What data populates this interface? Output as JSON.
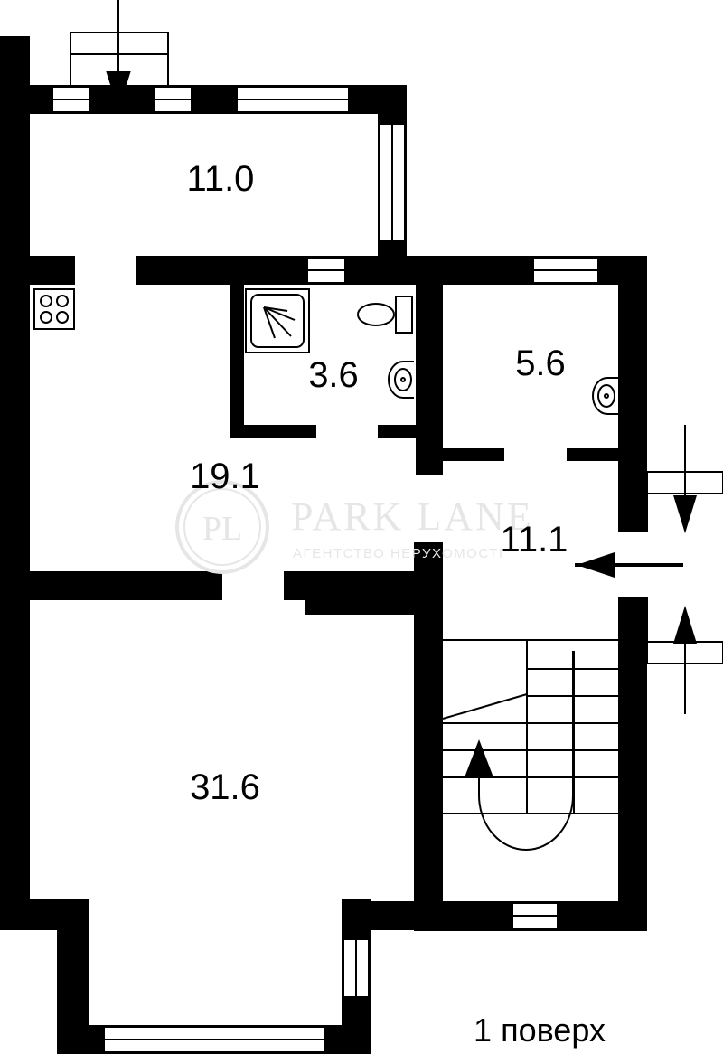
{
  "floor_label": "1 поверх",
  "rooms": [
    {
      "id": "entry-hall",
      "area": "11.0"
    },
    {
      "id": "kitchen-hall",
      "area": "19.1"
    },
    {
      "id": "bathroom",
      "area": "3.6"
    },
    {
      "id": "washroom",
      "area": "5.6"
    },
    {
      "id": "corridor",
      "area": "11.1"
    },
    {
      "id": "living-room",
      "area": "31.6"
    }
  ],
  "watermark": {
    "title": "PARK LANE",
    "subtitle": "АГЕНТСТВО НЕРУХОМОСТІ",
    "monogram": "PL"
  },
  "colors": {
    "wall": "#000000",
    "background": "#ffffff",
    "watermark": "#e6e6e6"
  }
}
